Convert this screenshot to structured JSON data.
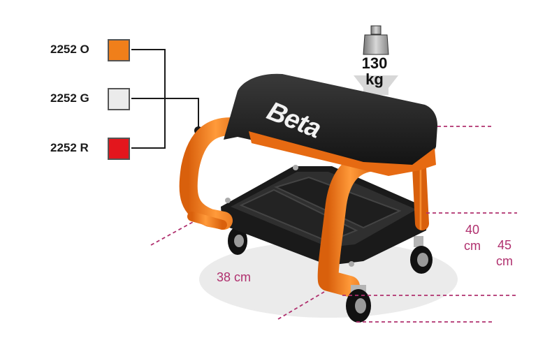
{
  "variants": [
    {
      "code": "2252 O",
      "color": "#f07f1a"
    },
    {
      "code": "2252 G",
      "color": "#ebebeb"
    },
    {
      "code": "2252 R",
      "color": "#e3161d"
    }
  ],
  "weight_limit": {
    "value": "130",
    "unit": "kg"
  },
  "brand": "Beta",
  "dimensions": {
    "depth": "38 cm",
    "tray_height_value": "40",
    "tray_height_unit": "cm",
    "seat_height_value": "45",
    "seat_height_unit": "cm"
  },
  "colors": {
    "frame": "#f07f1a",
    "seat": "#1c1c1c",
    "dimension_lines": "#b0306e"
  }
}
